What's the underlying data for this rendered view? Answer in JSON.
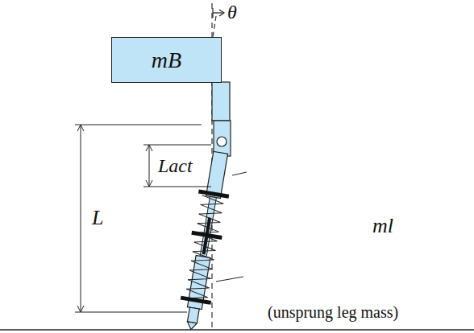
{
  "diagram": {
    "nodes": [
      {
        "text": [
          "mB"
        ]
      }
    ],
    "labels": [
      "θ",
      "Lact",
      "L",
      "ml",
      "(unsprung leg mass)"
    ]
  }
}
